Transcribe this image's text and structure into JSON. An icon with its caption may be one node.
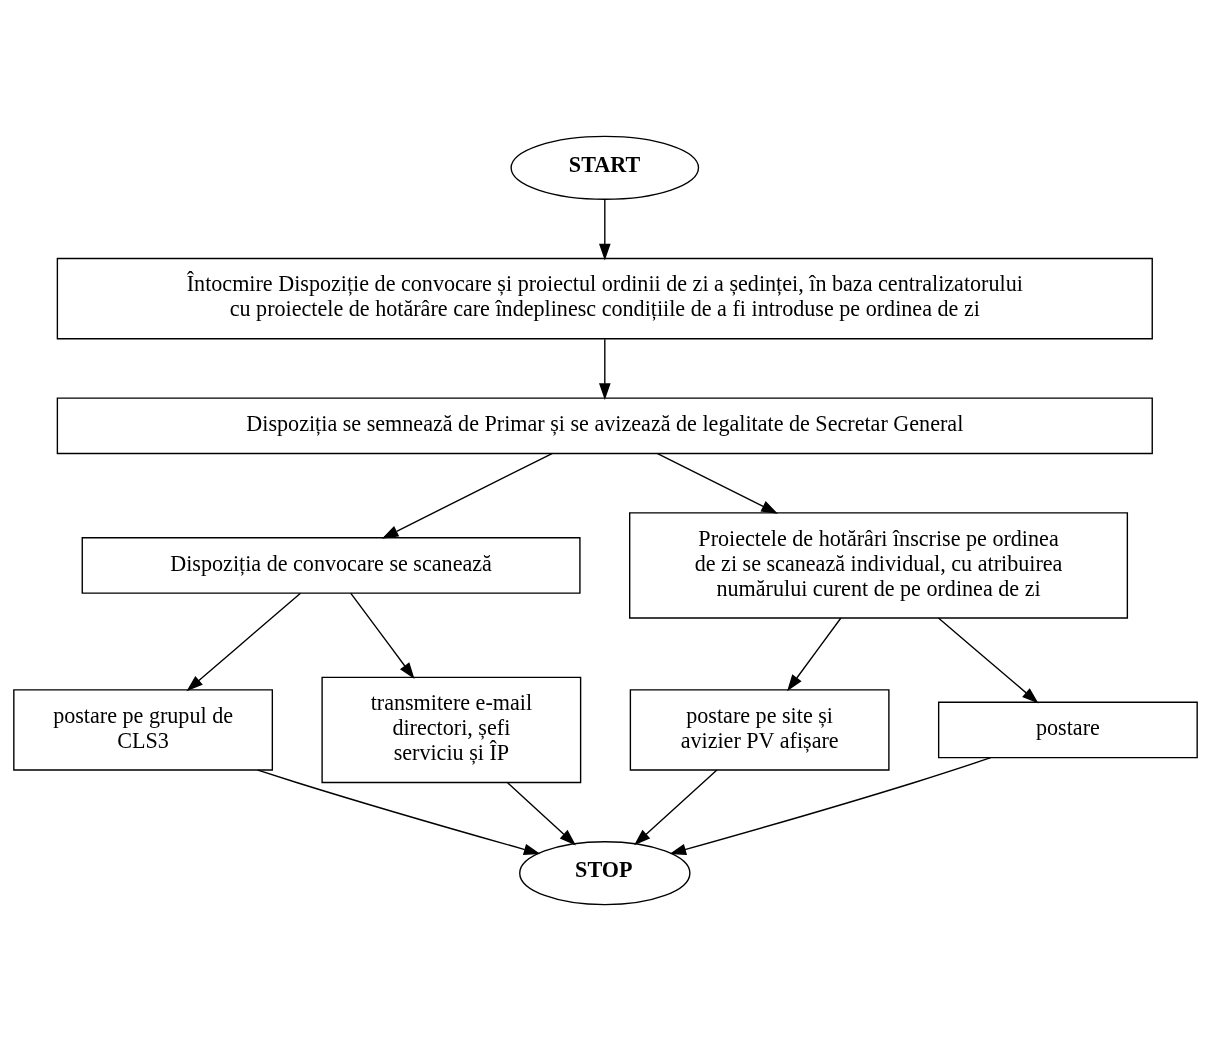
{
  "diagram": {
    "nodes": [
      {
        "text": [
          "START"
        ]
      },
      {
        "text": [
          "Întocmire Dispoziție de convocare și proiectul ordinii de zi a ședinței, în baza centralizatorului cu proiectele de hotărâre care îndeplinesc condițiile de a fi introduse pe ordinea de zi"
        ]
      },
      {
        "text": [
          "Dispoziția se semnează de Primar și se avizează de legalitate de Secretar General"
        ]
      },
      {
        "text": [
          "Dispoziția de convocare se scanează"
        ]
      },
      {
        "text": [
          "Proiectele de hotărâri înscrise pe ordinea de zi se scanează individual, cu atribuirea numărului curent de pe ordinea de zi"
        ]
      },
      {
        "text": [
          "postare pe grupul de CLS3"
        ]
      },
      {
        "text": [
          "transmitere e-mail directori, șefi serviciu și ÎP"
        ]
      },
      {
        "text": [
          "postare pe site și avizier PV afișare"
        ]
      },
      {
        "text": [
          "postare"
        ]
      },
      {
        "text": [
          "STOP"
        ]
      }
    ],
    "edges": [
      {
        "from": 0,
        "to": 1,
        "arrow": "to"
      },
      {
        "from": 1,
        "to": 2,
        "arrow": "to"
      },
      {
        "from": 2,
        "to": 3,
        "arrow": "to"
      },
      {
        "from": 2,
        "to": 4,
        "arrow": "to"
      },
      {
        "from": 3,
        "to": 5,
        "arrow": "to"
      },
      {
        "from": 3,
        "to": 6,
        "arrow": "to"
      },
      {
        "from": 4,
        "to": 7,
        "arrow": "to"
      },
      {
        "from": 4,
        "to": 8,
        "arrow": "to"
      },
      {
        "from": 5,
        "to": 9,
        "arrow": "to"
      },
      {
        "from": 6,
        "to": 9,
        "arrow": "to"
      },
      {
        "from": 7,
        "to": 9,
        "arrow": "to"
      },
      {
        "from": 8,
        "to": 9,
        "arrow": "to"
      }
    ]
  }
}
